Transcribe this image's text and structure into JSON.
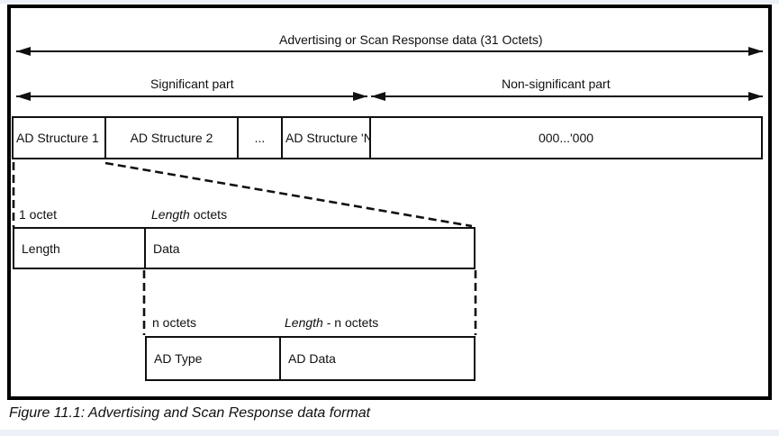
{
  "colors": {
    "line": "#101010",
    "box_border": "#000000",
    "page_bg": "#ffffff",
    "margin_strip": "#edf0f7"
  },
  "arrows": {
    "total": "Advertising or Scan Response data (31 Octets)",
    "significant": "Significant part",
    "non_significant": "Non-significant part"
  },
  "structures_row": {
    "cells": [
      "AD Structure 1",
      "AD Structure 2",
      "...",
      "AD Structure 'N",
      "000...'000"
    ]
  },
  "length_data": {
    "labels": {
      "octets_1": "1 octet",
      "length_octets_italic": "Length",
      "length_octets_rest": " octets"
    },
    "cells": [
      "Length",
      "Data"
    ]
  },
  "ad_type_data": {
    "labels": {
      "n_octets": "n octets",
      "length_n_italic": "Length",
      "length_n_rest": " - n octets"
    },
    "cells": [
      "AD Type",
      "AD Data"
    ]
  },
  "caption": "Figure 11.1: Advertising and Scan Response data format"
}
